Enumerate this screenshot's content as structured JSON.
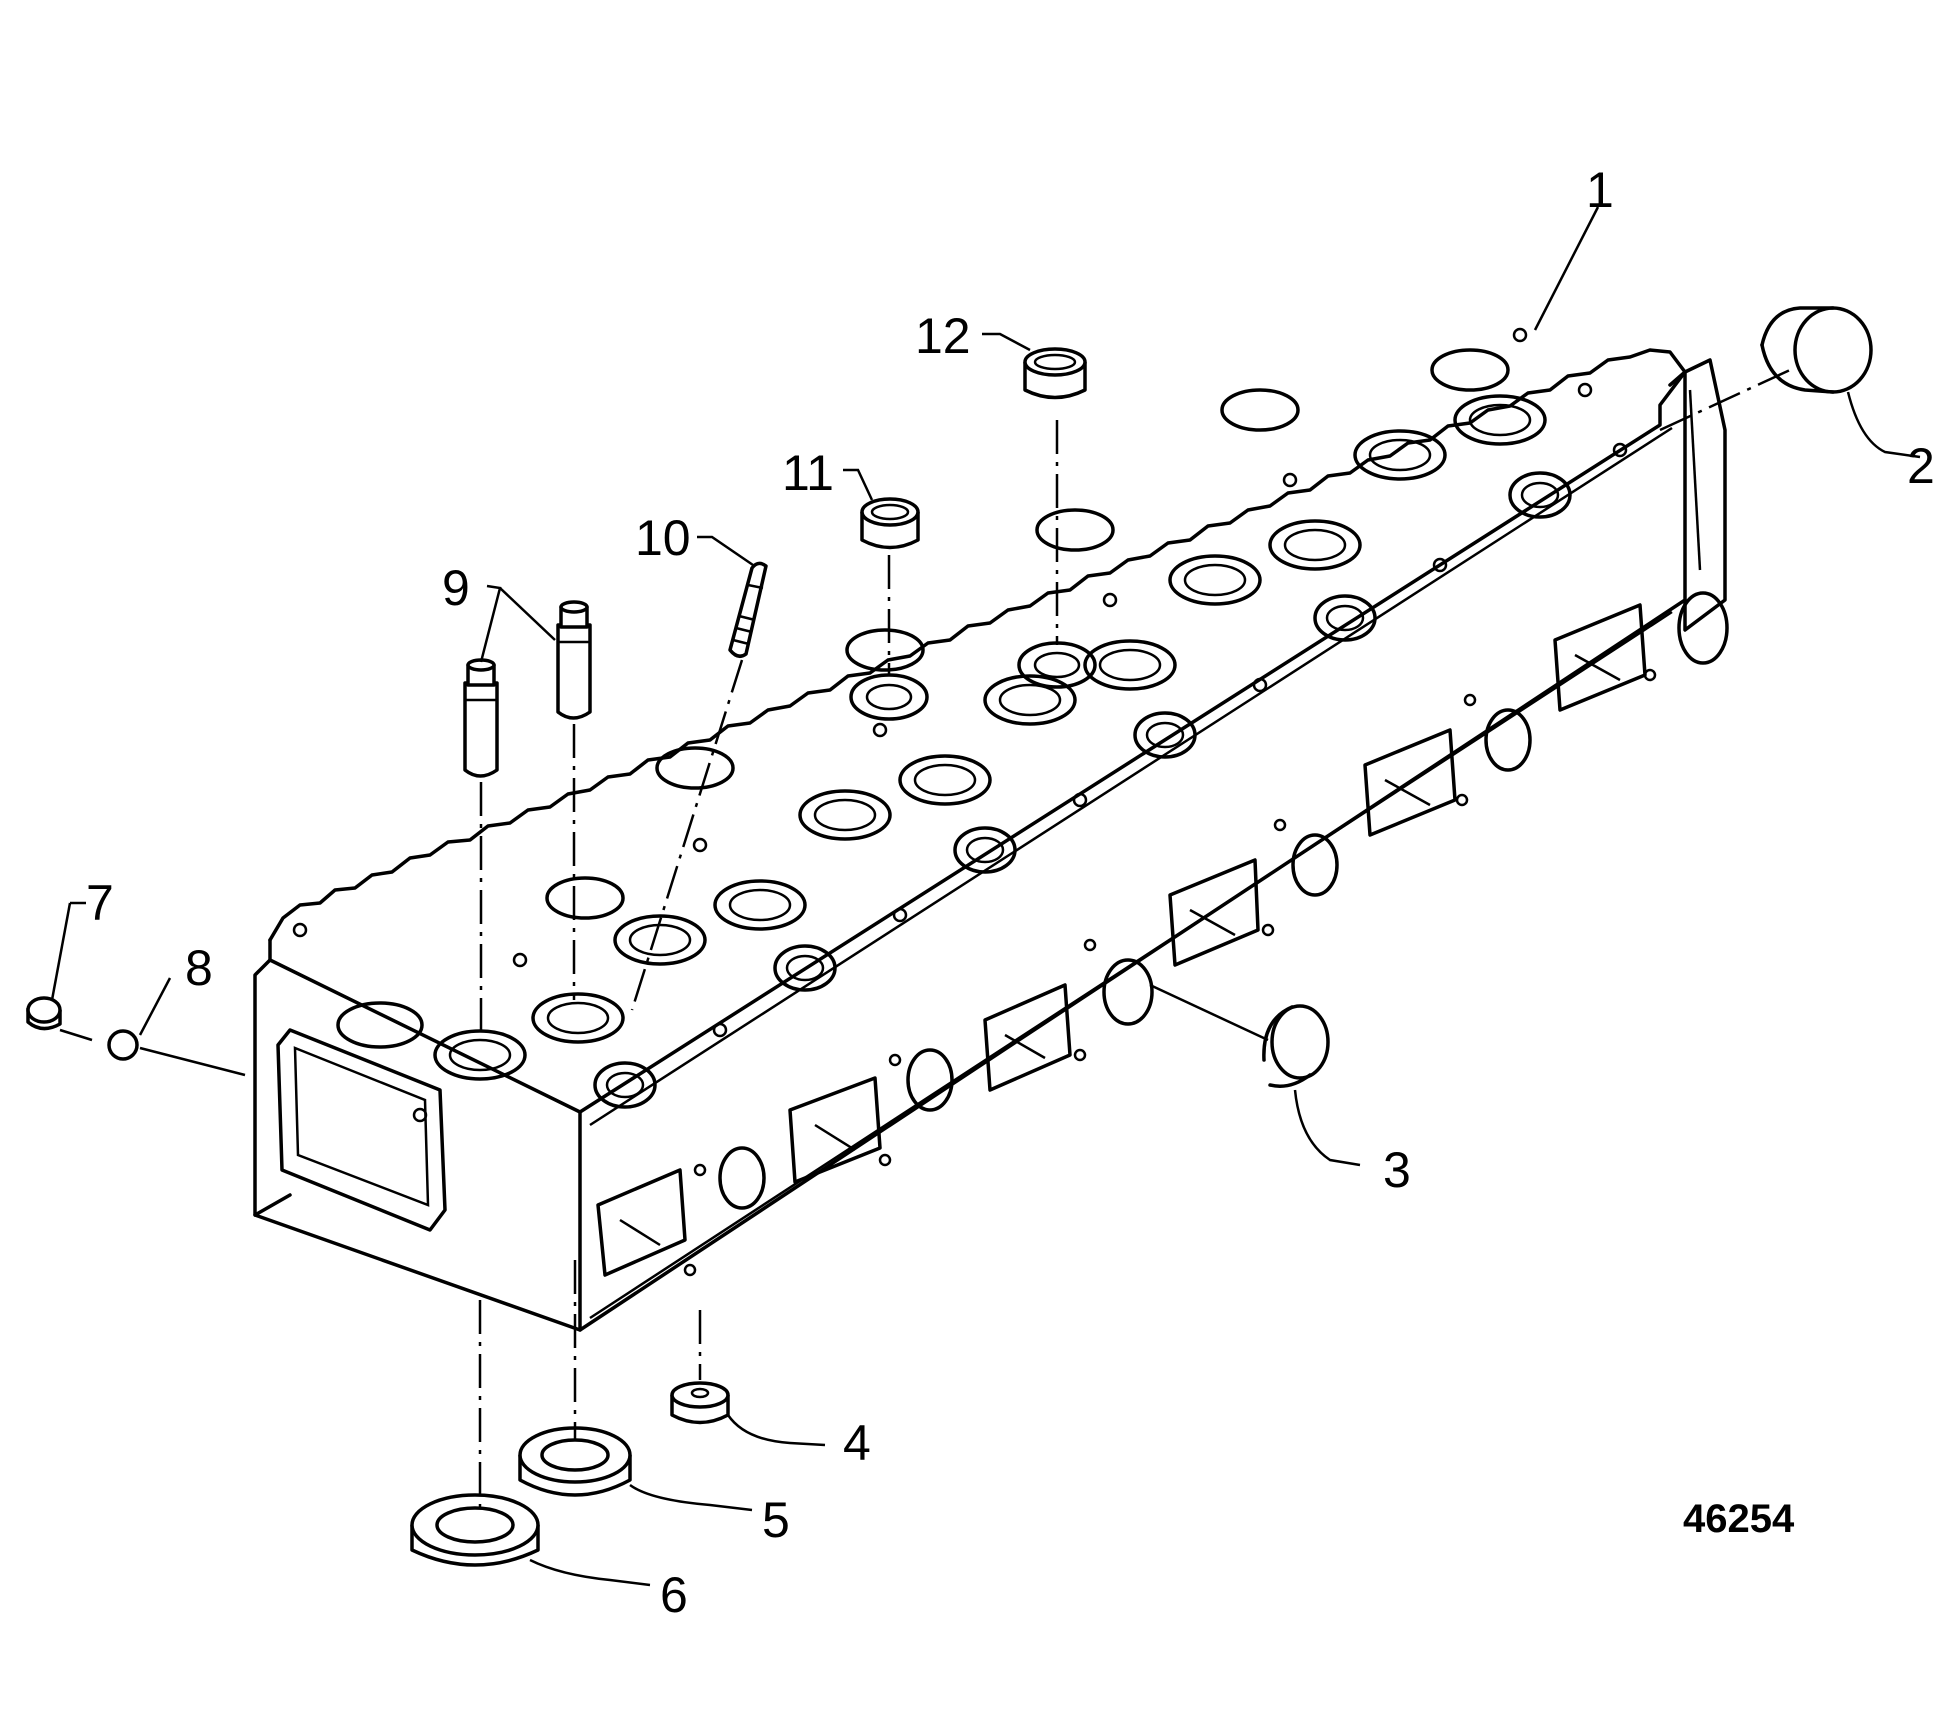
{
  "diagram": {
    "part_number": "46254",
    "callouts": [
      {
        "id": "1",
        "part": "cylinder-head"
      },
      {
        "id": "2",
        "part": "end-cap-plug"
      },
      {
        "id": "3",
        "part": "side-plug"
      },
      {
        "id": "4",
        "part": "small-plug"
      },
      {
        "id": "5",
        "part": "valve-seat-insert"
      },
      {
        "id": "6",
        "part": "valve-seat-insert"
      },
      {
        "id": "7",
        "part": "plug"
      },
      {
        "id": "8",
        "part": "ball-plug"
      },
      {
        "id": "9",
        "part": "valve-guides"
      },
      {
        "id": "10",
        "part": "stud"
      },
      {
        "id": "11",
        "part": "injector-sleeve"
      },
      {
        "id": "12",
        "part": "injector-sleeve"
      }
    ]
  }
}
